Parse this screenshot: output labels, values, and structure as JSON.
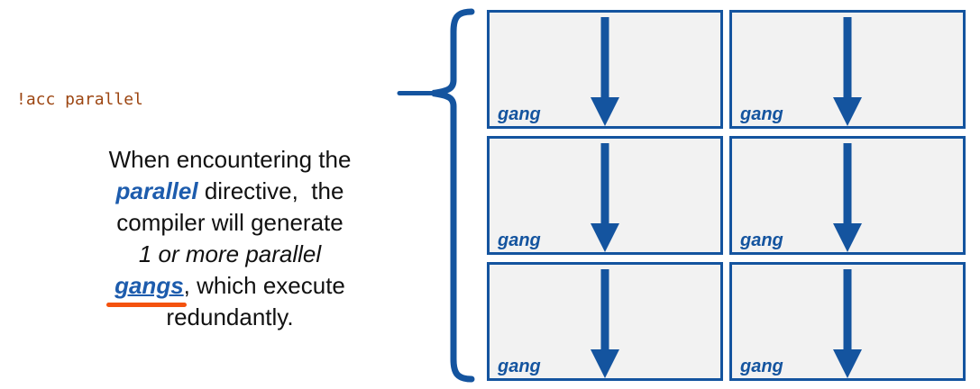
{
  "colors": {
    "diagram_blue": "#14549F",
    "text_blue": "#1D5CAD",
    "code_brown": "#9C4511",
    "marker_orange": "#F4520E",
    "box_fill": "#F2F2F2",
    "text_black": "#111111",
    "background": "#FFFFFF"
  },
  "code_label": "!acc parallel",
  "caption": {
    "line1": "When encountering the",
    "line2_keyword": "parallel",
    "line2_rest": " directive,  the",
    "line3": "compiler will generate",
    "line4_italic": "1 or more parallel",
    "line5_keyword": "gangs",
    "line5_rest": ", which execute",
    "line6": "redundantly."
  },
  "diagram": {
    "rows": 3,
    "columns": 2,
    "arrow_icon": "down-arrow",
    "boxes": [
      "gang",
      "gang",
      "gang",
      "gang",
      "gang",
      "gang"
    ]
  }
}
